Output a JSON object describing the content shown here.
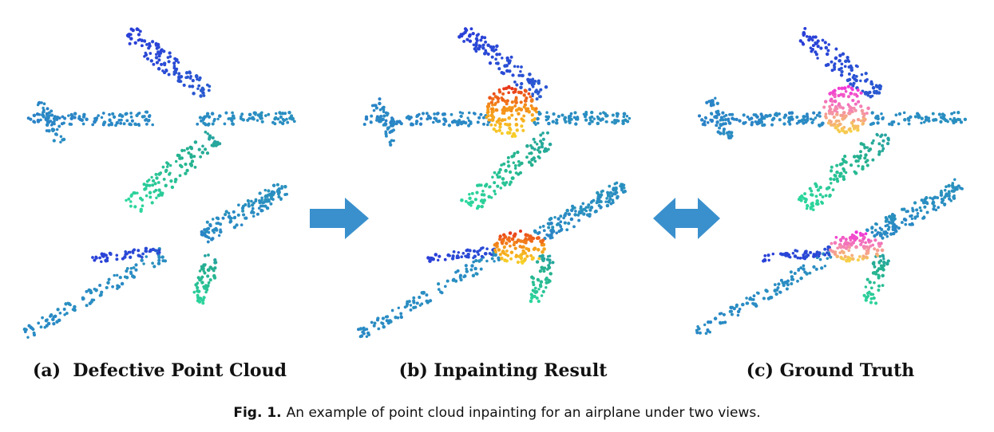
{
  "figure": {
    "panels": [
      {
        "label": "(a)  Defective Point Cloud",
        "state": "defective"
      },
      {
        "label": "(b) Inpainting Result",
        "state": "inpainted"
      },
      {
        "label": "(c) Ground Truth",
        "state": "ground-truth"
      }
    ],
    "caption": {
      "label": "Fig. 1.",
      "text": "An example of point cloud inpainting for an airplane under two views."
    },
    "colors": {
      "arrow": "#3a90cd",
      "point_blue": "#2a3fd8",
      "point_cyan": "#2a8cc4",
      "point_teal": "#25b08f",
      "point_green": "#2fe0a0",
      "inpaint_red": "#e8361a",
      "inpaint_orange": "#f59a1a",
      "inpaint_yellow": "#f7d22a",
      "truth_magenta": "#f033d8",
      "truth_pink": "#f48ab0",
      "truth_yellow": "#f6d640"
    }
  }
}
